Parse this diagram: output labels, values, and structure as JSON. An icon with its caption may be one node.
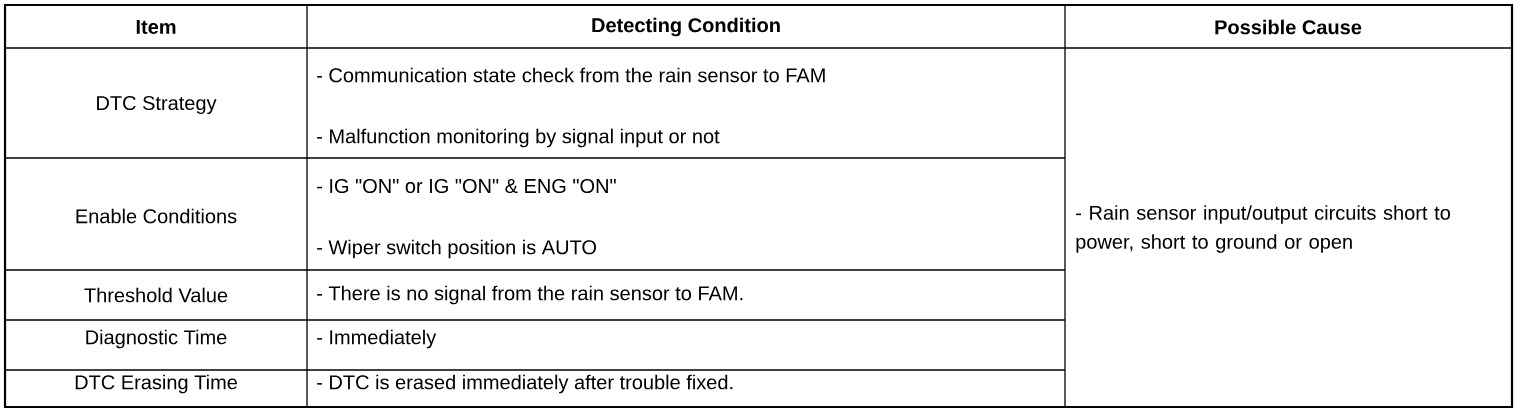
{
  "diagram": {
    "labels": [
      "Item",
      "Detecting Condition",
      "Possible Cause",
      "DTC Strategy",
      "- Communication state check from the rain sensor to FAM",
      "- Malfunction monitoring by signal input or not",
      "- Rain sensor input/output circuits short to power, short to ground or open",
      "Enable Conditions",
      "- IG \"ON\" or IG \"ON\" & ENG \"ON\"",
      "- Wiper switch position is AUTO",
      "Threshold Value",
      "- There is no signal from the rain sensor to FAM.",
      "Diagnostic Time",
      "- Immediately",
      "DTC Erasing Time",
      "- DTC is erased immediately after trouble fixed."
    ]
  }
}
